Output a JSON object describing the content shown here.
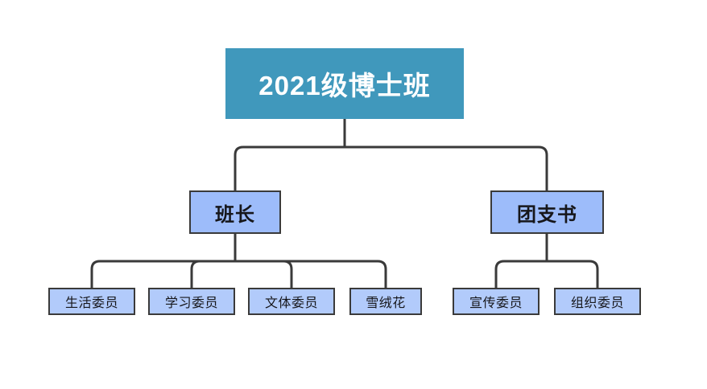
{
  "chart": {
    "type": "org-chart",
    "title": "2021级博士班",
    "background_color": "#ffffff",
    "connector_color": "#3a3a3a",
    "nodes": {
      "root": {
        "label": "2021级博士班",
        "level": 0,
        "fill": "#4098bc",
        "text_color": "#ffffff"
      },
      "branch_left": {
        "label": "班长",
        "level": 1,
        "fill": "#9dbcfa",
        "text_color": "#16161a"
      },
      "branch_right": {
        "label": "团支书",
        "level": 1,
        "fill": "#9dbcfa",
        "text_color": "#16161a"
      },
      "leaves_left": [
        {
          "label": "生活委员",
          "level": 2,
          "fill": "#b2cbfb",
          "text_color": "#16161a"
        },
        {
          "label": "学习委员",
          "level": 2,
          "fill": "#b2cbfb",
          "text_color": "#16161a"
        },
        {
          "label": "文体委员",
          "level": 2,
          "fill": "#b2cbfb",
          "text_color": "#16161a"
        },
        {
          "label": "雪绒花",
          "level": 2,
          "fill": "#b2cbfb",
          "text_color": "#16161a"
        }
      ],
      "leaves_right": [
        {
          "label": "宣传委员",
          "level": 2,
          "fill": "#b2cbfb",
          "text_color": "#16161a"
        },
        {
          "label": "组织委员",
          "level": 2,
          "fill": "#b2cbfb",
          "text_color": "#16161a"
        }
      ]
    }
  }
}
